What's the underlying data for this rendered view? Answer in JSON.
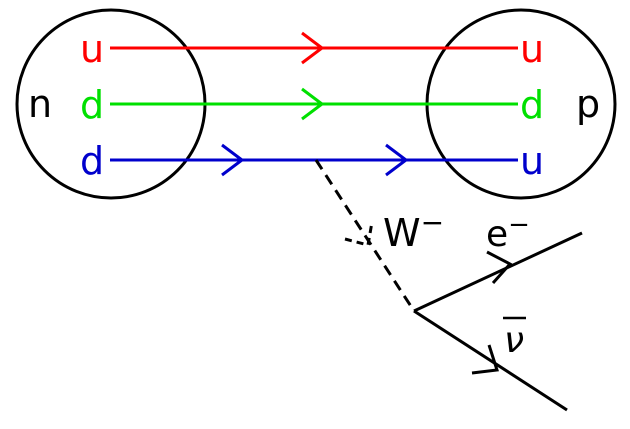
{
  "left_hadron": {
    "label": "n",
    "quarks": [
      "u",
      "d",
      "d"
    ]
  },
  "right_hadron": {
    "label": "p",
    "quarks": [
      "u",
      "d",
      "u"
    ]
  },
  "boson": {
    "label": "W",
    "charge": "−"
  },
  "electron": {
    "label": "e",
    "charge": "−"
  },
  "antineutrino": {
    "label": "ν"
  },
  "colors": {
    "quark_u_line": "#ff0000",
    "quark_d_line": "#00e000",
    "quark_d2_line": "#0000cc",
    "stroke": "#000000"
  }
}
